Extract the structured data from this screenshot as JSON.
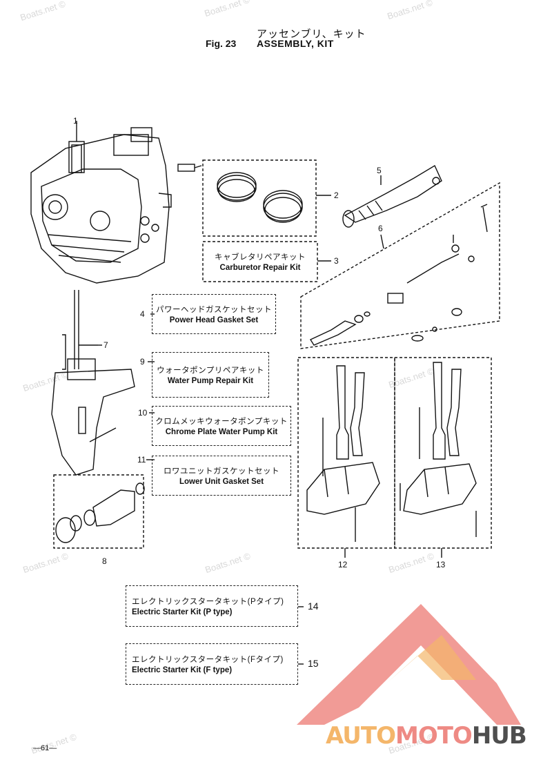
{
  "header": {
    "title_jp": "アッセンブリ、キット",
    "fig_label": "Fig. 23",
    "title_en": "ASSEMBLY, KIT"
  },
  "callouts": {
    "n1": "1",
    "n2": "2",
    "n3": "3",
    "n4": "4",
    "n5": "5",
    "n6": "6",
    "n7": "7",
    "n8": "8",
    "n9": "9",
    "n10": "10",
    "n11": "11",
    "n12": "12",
    "n13": "13",
    "n14": "14",
    "n15": "15"
  },
  "kits": {
    "carburetor": {
      "jp": "キャブレタリペアキット",
      "en": "Carburetor Repair Kit"
    },
    "power_head": {
      "jp": "パワーヘッドガスケットセット",
      "en": "Power Head Gasket Set"
    },
    "water_pump": {
      "jp": "ウォータポンプリペアキット",
      "en": "Water Pump Repair Kit"
    },
    "chrome_pump": {
      "jp": "クロムメッキウォータポンプキット",
      "en": "Chrome Plate Water Pump Kit"
    },
    "lower_unit": {
      "jp": "ロワユニットガスケットセット",
      "en": "Lower Unit Gasket Set"
    },
    "starter_p": {
      "jp": "エレクトリックスタータキット(Pタイプ)",
      "en": "Electric Starter Kit (P type)"
    },
    "starter_f": {
      "jp": "エレクトリックスタータキット(Fタイプ)",
      "en": "Electric Starter Kit (F type)"
    }
  },
  "watermark": "Boats.net ©",
  "footer": {
    "page": "—61—"
  },
  "logo": {
    "part1": "AUTO",
    "part2": "MOTO",
    "part3": "HUB"
  },
  "colors": {
    "logo_red": "#ee8a84",
    "logo_orange": "#f4b66a",
    "logo_gray": "#4e4e4e"
  }
}
